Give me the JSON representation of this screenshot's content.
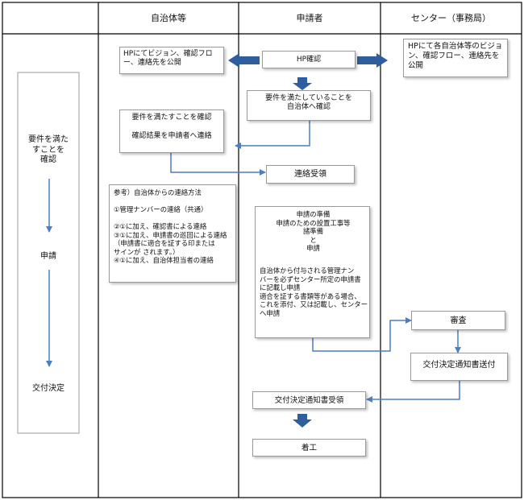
{
  "columns": {
    "municipality": "自治体等",
    "applicant": "申請者",
    "center": "センター（事務局）"
  },
  "left_flow": {
    "step1": "要件を満た\nすことを\n確認",
    "step2": "申請",
    "step3": "交付決定"
  },
  "boxes": {
    "muni_publish": "HPにてビジョン、確認フロー、連絡先を公開",
    "hp_check": "HP確認",
    "center_publish": "HPにて各自治体等のビジョン、確認フロー、連絡先を公開",
    "applicant_confirm": "要件を満たしていることを\n自治体へ確認",
    "muni_confirm": "要件を満たすことを確認\n\n確認結果を申請者へ連絡",
    "contact_received": "連絡受領",
    "reference": "参考）自治体からの連絡方法\n\n①管理ナンバーの連絡（共通）\n\n②①に加え、確認書による連絡\n③①に加え、申請書の巡回による連絡\n（申請書に適合を証する印または\nサインが されます。）\n④①に加え、自治体担当者の連絡",
    "prep_title": "申請の準備\n申請のための設置工事等\n諸準備\nと\n申請",
    "prep_body": "自治体から付与される管理ナン\nバーを必ずセンター所定の申請書\nに記載し申請\n適合を証する書類等がある場合、\nこれを添付、又は記載し、センター\nへ申請",
    "review": "審査",
    "grant_notice_send": "交付決定通知書送付",
    "grant_notice_receive": "交付決定通知書受領",
    "start_work": "着工"
  }
}
